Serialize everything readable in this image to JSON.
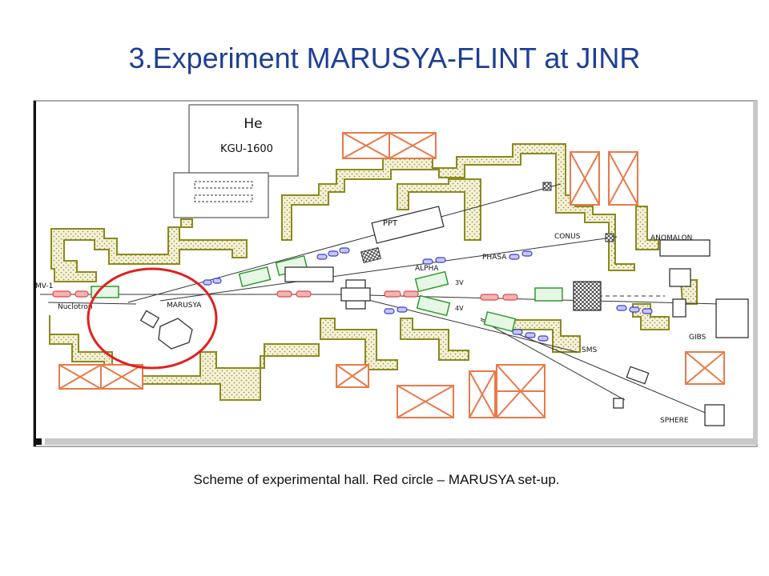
{
  "slide": {
    "title": "3.Experiment MARUSYA-FLINT at JINR",
    "caption": "Scheme of experimental hall. Red circle – MARUSYA set-up."
  },
  "scheme": {
    "building_main": "He",
    "building_sub": "KGU-1600",
    "labels": {
      "mv1": "MV-1",
      "nuclotron": "Nuclotron",
      "marusya": "MARUSYA",
      "ppt": "PPT",
      "conus": "CONUS",
      "anomalon": "ANOMALON",
      "alpha": "ALPHA",
      "phasa": "PHASA",
      "v3": "3V",
      "v4": "4V",
      "sms": "SMS",
      "gibs": "GIBS",
      "sphere": "SPHERE"
    },
    "colors": {
      "wall_fill": "#f4f0d4",
      "wall_stroke": "#8a8a1e",
      "magnet_green": "#2e9a2e",
      "quad_blue": "#4a4ad8",
      "beam_red": "#d84b4b",
      "crate_orange": "#e87a4a",
      "highlight_circle": "#e02020"
    }
  }
}
